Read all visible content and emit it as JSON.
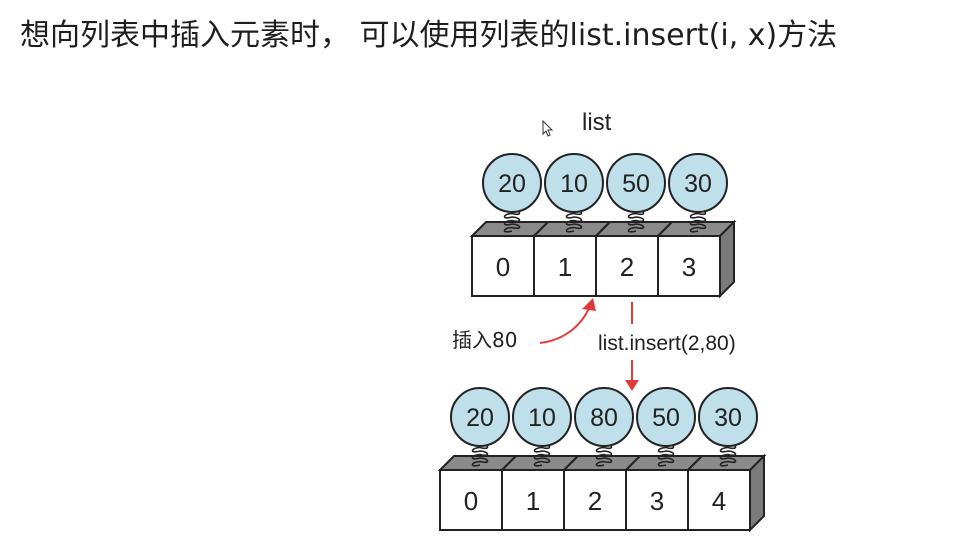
{
  "heading": "想向列表中插入元素时， 可以使用列表的list.insert(i, x)方法",
  "diagram": {
    "top_label": "list",
    "before": {
      "values": [
        "20",
        "10",
        "50",
        "30"
      ],
      "indices": [
        "0",
        "1",
        "2",
        "3"
      ]
    },
    "insert_note": "插入80",
    "insert_call": "list.insert(2,80)",
    "after": {
      "values": [
        "20",
        "10",
        "80",
        "50",
        "30"
      ],
      "indices": [
        "0",
        "1",
        "2",
        "3",
        "4"
      ]
    },
    "colors": {
      "ball": "#bfe0ea",
      "arrow": "#e23a3a",
      "box_top": "#8a8a8a"
    }
  }
}
